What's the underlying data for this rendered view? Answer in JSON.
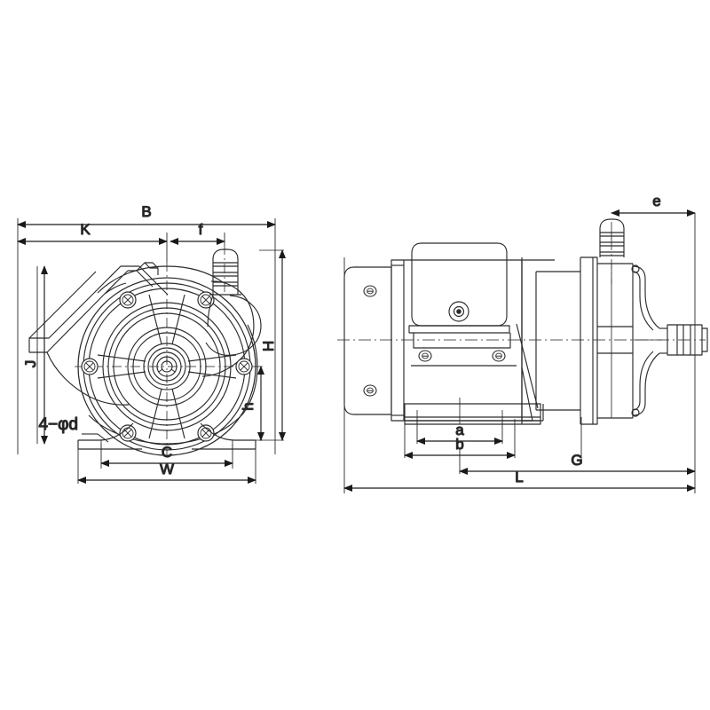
{
  "drawing": {
    "title": "Magnetic drive pump dimensional outline drawing",
    "background_color": "#ffffff",
    "line_color": "#2b2b2b",
    "dimension_color": "#1a1a1a",
    "centerline_color": "#4a4a4a"
  },
  "views": {
    "front": {
      "name": "front-view",
      "dimensions": {
        "B": "B",
        "K": "K",
        "f": "f",
        "H": "H",
        "h": "h",
        "J": "J",
        "C": "C",
        "W": "W",
        "holes": "4−φd"
      },
      "features": {
        "fan_cover_spokes": 6,
        "bolt_heads": 6,
        "terminal_box_angle_deg": 45,
        "outlet_nozzle": "threaded-outlet-nozzle",
        "mounting_feet": 2
      }
    },
    "side": {
      "name": "side-view",
      "dimensions": {
        "e": "e",
        "a": "a",
        "b": "b",
        "G": "G",
        "L": "L"
      },
      "features": {
        "motor_body": "motor-housing",
        "terminal_box": "terminal-box",
        "pump_head": "pump-head-casing",
        "suction_nozzle": "suction-nozzle",
        "discharge_nozzle": "discharge-nozzle",
        "base_plate": "base-plate",
        "bolt_heads": 4
      }
    }
  }
}
